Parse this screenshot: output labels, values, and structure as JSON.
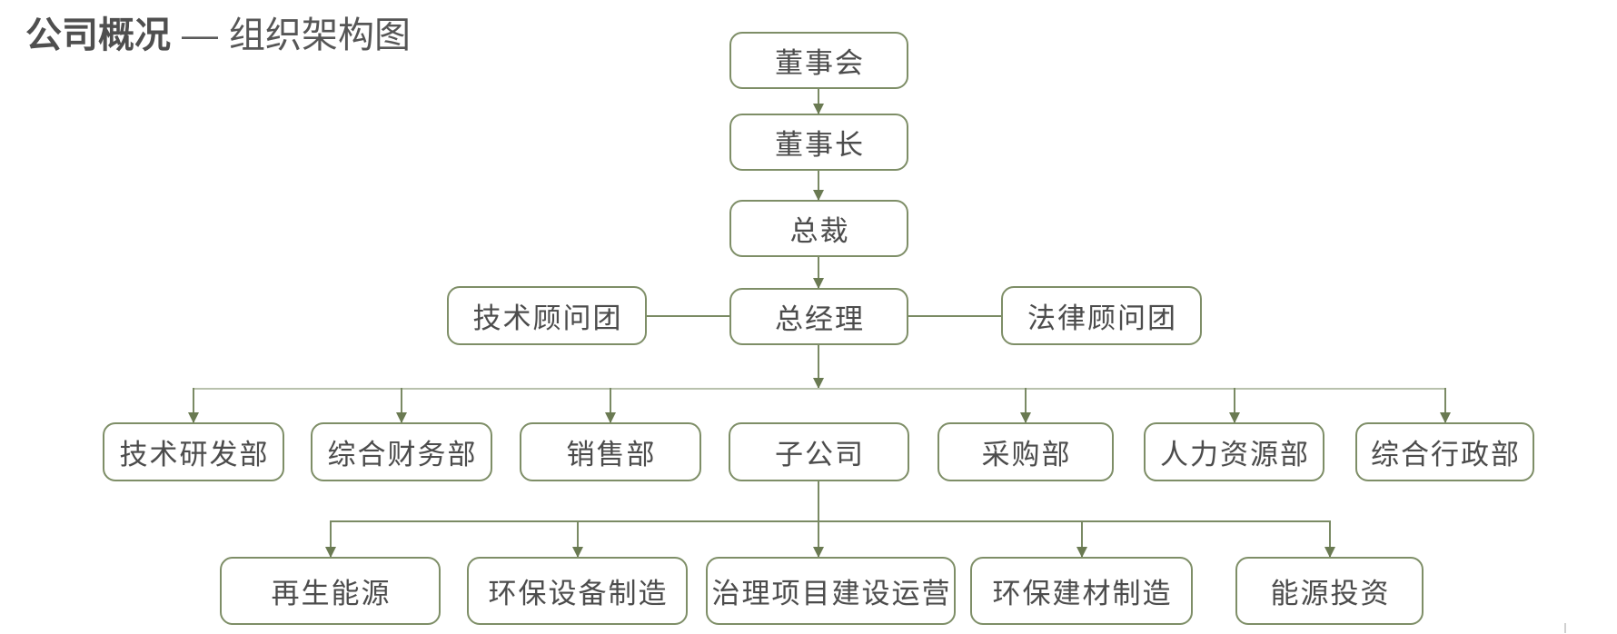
{
  "title": {
    "company": "公司概况",
    "dash": "—",
    "subtitle": "组织架构图"
  },
  "palette": {
    "border_green": "#7e8e67",
    "line_green": "#7a8a64",
    "arrow_green": "#6a7a52",
    "bus_light": "#b8c1ad",
    "text_gray": "#4c4c4c",
    "title_gray": "#4f4f4f"
  },
  "org_chart": {
    "nodes": {
      "board": "董事会",
      "chairman": "董事长",
      "president": "总裁",
      "general_manager": "总经理",
      "tech_advisory": "技术顾问团",
      "legal_advisory": "法律顾问团",
      "departments": [
        "技术研发部",
        "综合财务部",
        "销售部",
        "子公司",
        "采购部",
        "人力资源部",
        "综合行政部"
      ],
      "subsidiaries": [
        "再生能源",
        "环保设备制造",
        "治理项目建设运营",
        "环保建材制造",
        "能源投资"
      ]
    }
  }
}
